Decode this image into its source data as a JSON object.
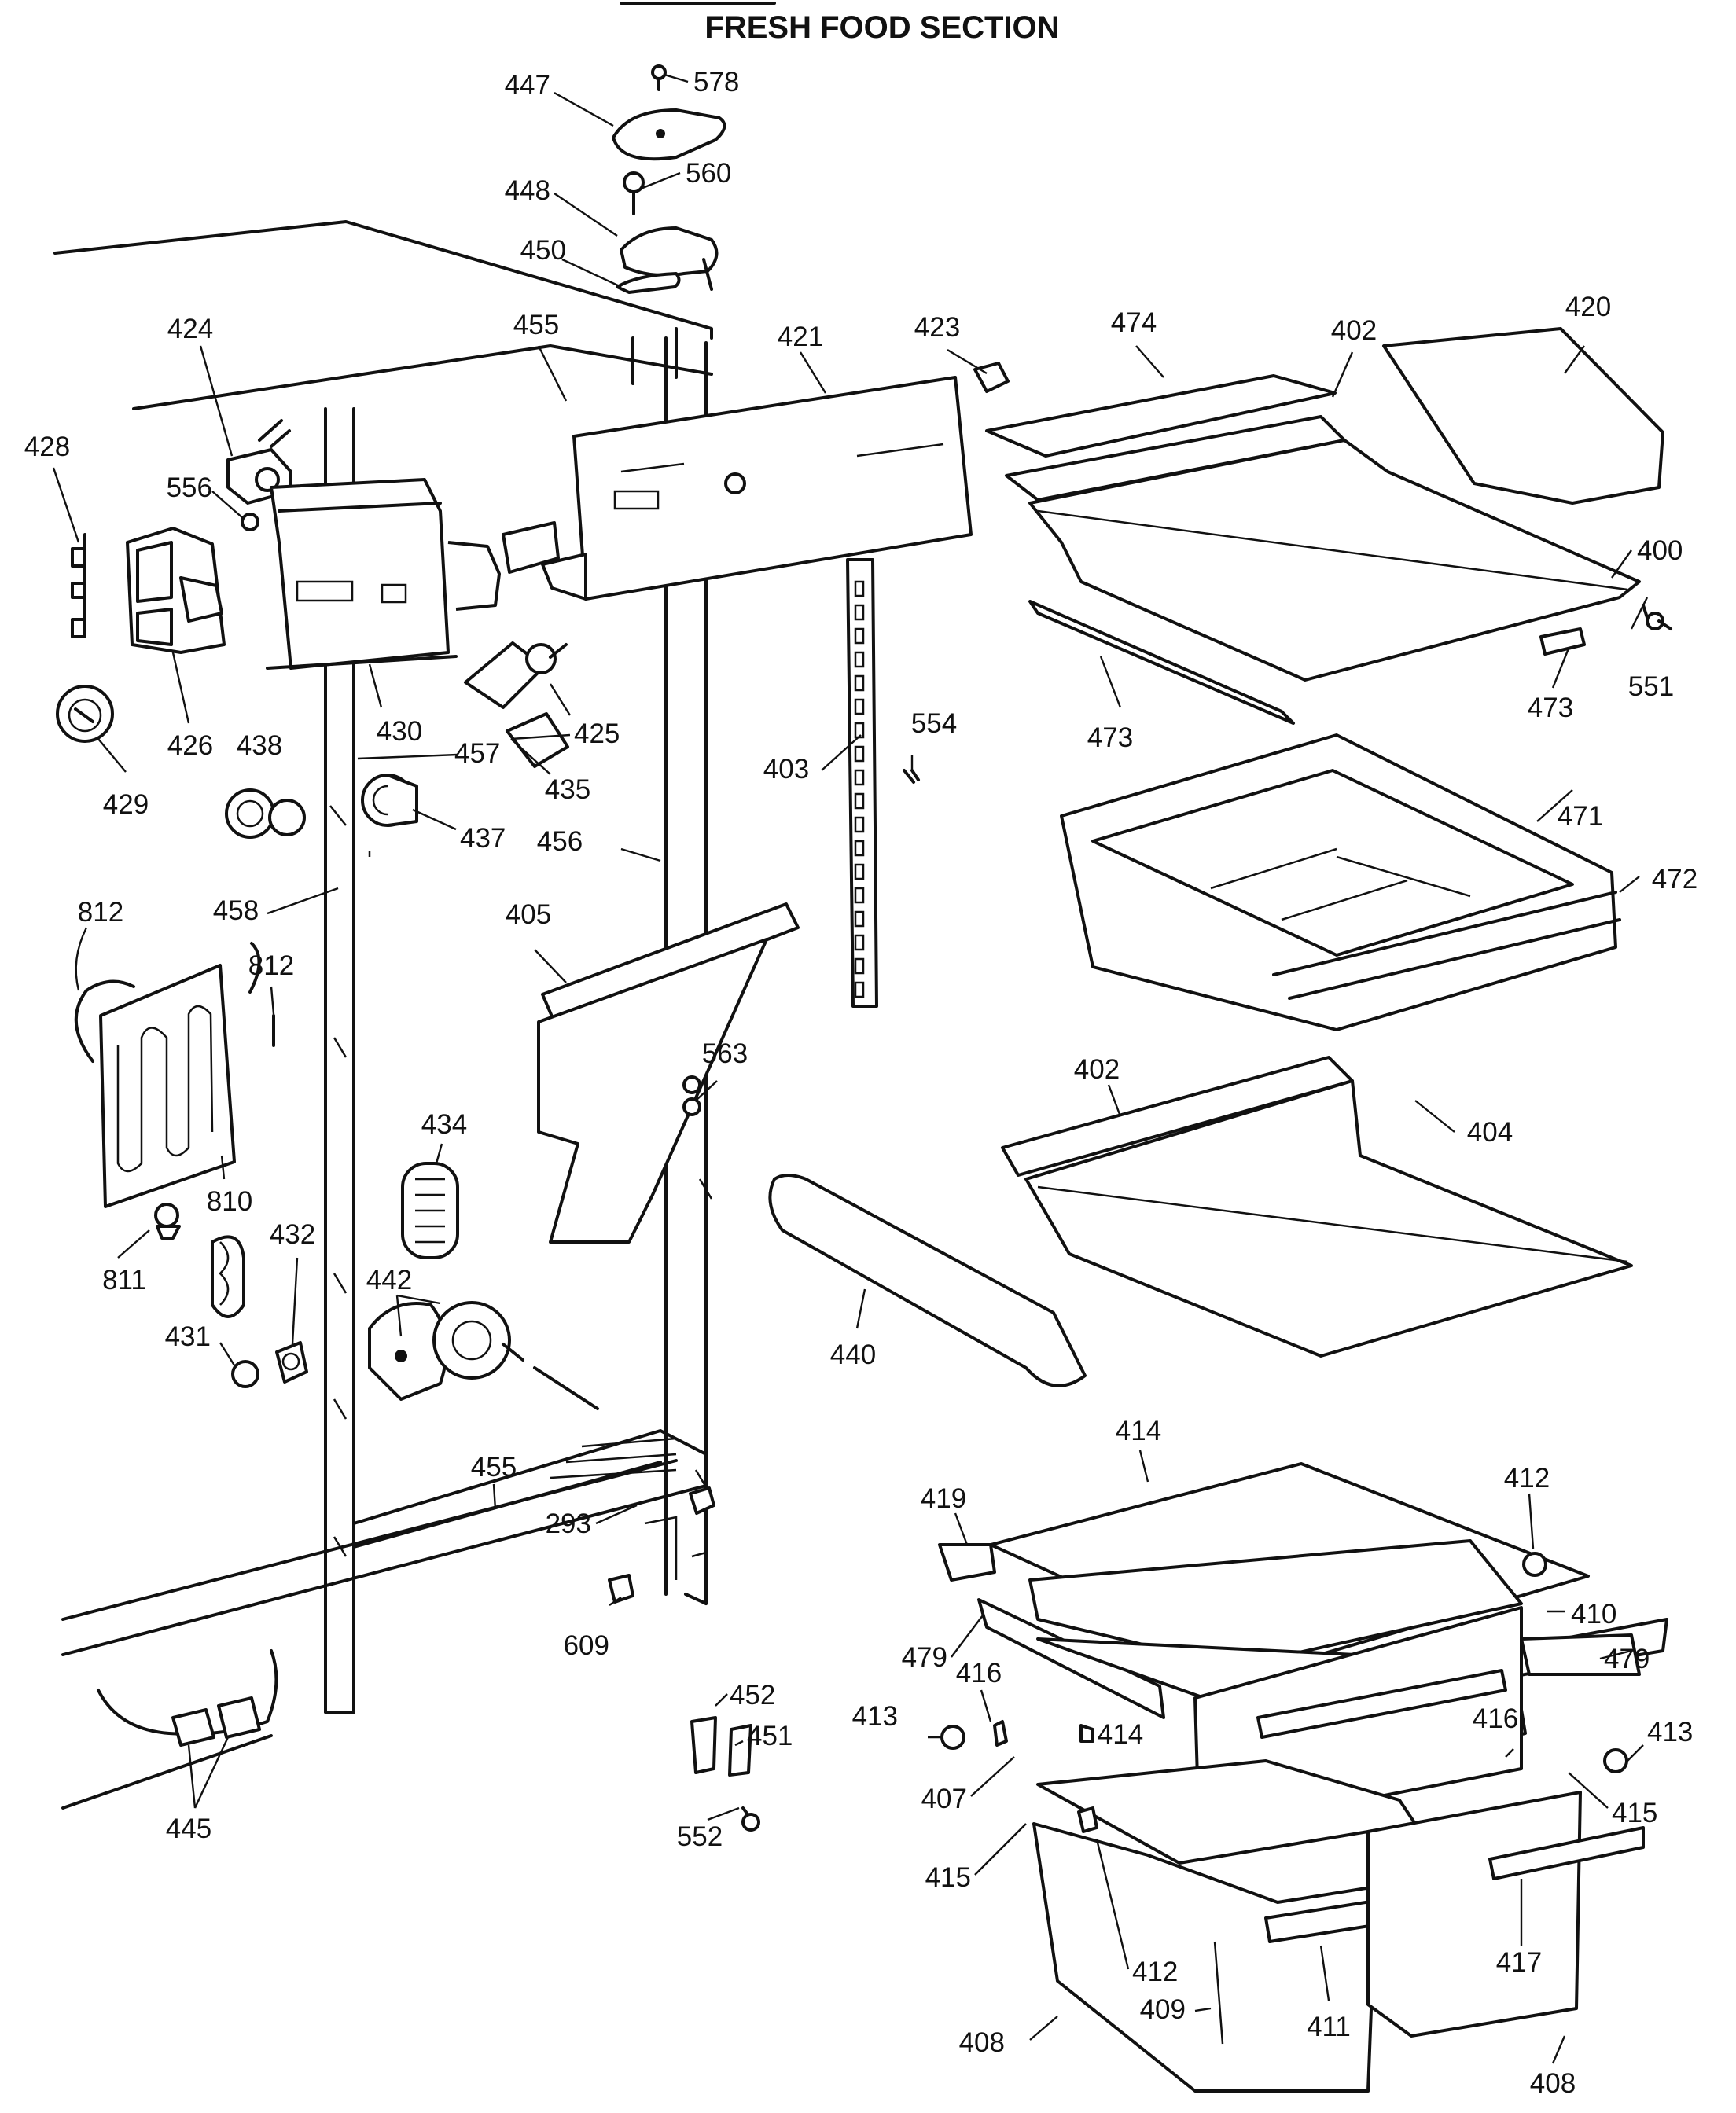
{
  "title": "FRESH FOOD SECTION",
  "callouts": [
    "447",
    "578",
    "448",
    "560",
    "450",
    "424",
    "455",
    "421",
    "423",
    "474",
    "402",
    "420",
    "428",
    "556",
    "400",
    "551",
    "473",
    "473b",
    "426",
    "430",
    "457",
    "425",
    "438",
    "429",
    "435",
    "437",
    "403",
    "554",
    "456",
    "471",
    "472",
    "458",
    "812",
    "812b",
    "405",
    "563",
    "402b",
    "404",
    "434",
    "810",
    "811",
    "432",
    "442",
    "440",
    "431",
    "455b",
    "414",
    "419",
    "412",
    "293",
    "410",
    "479",
    "479b",
    "609",
    "416",
    "413",
    "416b",
    "413b",
    "452",
    "451",
    "407",
    "415",
    "415b",
    "445",
    "552",
    "412b",
    "417",
    "408",
    "409",
    "411",
    "408b"
  ],
  "labels": {
    "447": "447",
    "578": "578",
    "448": "448",
    "560": "560",
    "450": "450",
    "424": "424",
    "455": "455",
    "421": "421",
    "423": "423",
    "474": "474",
    "402": "402",
    "420": "420",
    "428": "428",
    "556": "556",
    "400": "400",
    "551": "551",
    "473": "473",
    "473b": "473",
    "426": "426",
    "430": "430",
    "457": "457",
    "425": "425",
    "438": "438",
    "429": "429",
    "435": "435",
    "437": "437",
    "403": "403",
    "554": "554",
    "456": "456",
    "471": "471",
    "472": "472",
    "458": "458",
    "812": "812",
    "812b": "812",
    "405": "405",
    "563": "563",
    "402b": "402",
    "404": "404",
    "434": "434",
    "810": "810",
    "811": "811",
    "432": "432",
    "442": "442",
    "440": "440",
    "431": "431",
    "455b": "455",
    "414": "414",
    "419": "419",
    "412": "412",
    "293": "293",
    "410": "410",
    "479": "479",
    "479b": "479",
    "609": "609",
    "416": "416",
    "413": "413",
    "416b": "416",
    "413b": "413",
    "452": "452",
    "451": "451",
    "407": "407",
    "415": "415",
    "415b": "415",
    "445": "445",
    "552": "552",
    "412b": "412",
    "417": "417",
    "408": "408",
    "409": "409",
    "411": "411",
    "408b": "408"
  }
}
